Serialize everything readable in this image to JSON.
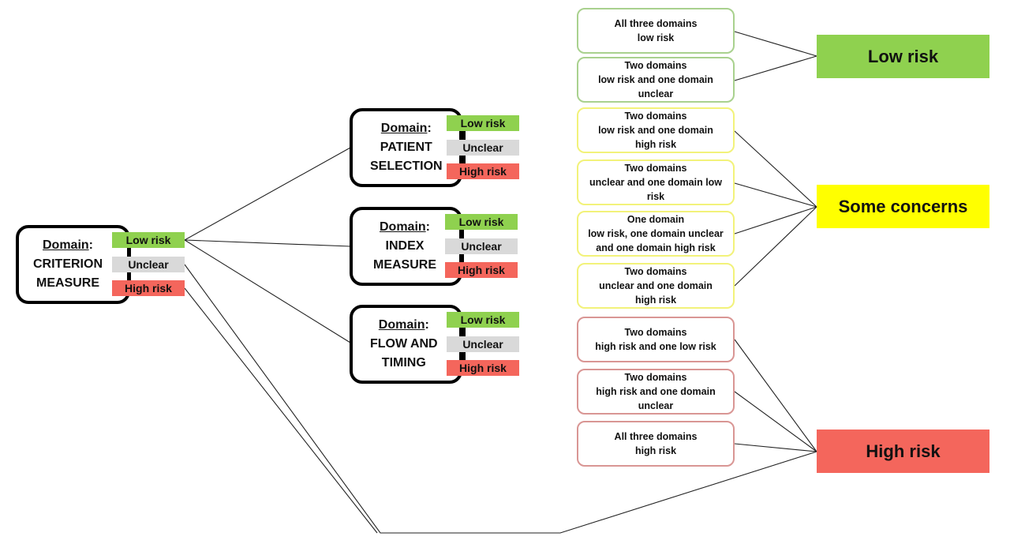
{
  "colors": {
    "low": "#8fd14f",
    "unclear": "#d9d9d9",
    "high": "#f4665c",
    "some_concerns": "#ffff00",
    "combo_green_border": "#a9d18e",
    "combo_yellow_border": "#f2f27a",
    "combo_red_border": "#d99694"
  },
  "criterion": {
    "label": "Domain",
    "colon": ":",
    "line1": "CRITERION",
    "line2": "MEASURE",
    "risks": [
      "Low risk",
      "Unclear",
      "High risk"
    ]
  },
  "domains": [
    {
      "label": "Domain",
      "colon": ":",
      "line1": "PATIENT",
      "line2": "SELECTION",
      "risks": [
        "Low risk",
        "Unclear",
        "High risk"
      ]
    },
    {
      "label": "Domain",
      "colon": ":",
      "line1": "INDEX",
      "line2": "MEASURE",
      "risks": [
        "Low risk",
        "Unclear",
        "High risk"
      ]
    },
    {
      "label": "Domain",
      "colon": ":",
      "line1": "FLOW AND",
      "line2": "TIMING",
      "risks": [
        "Low risk",
        "Unclear",
        "High risk"
      ]
    }
  ],
  "combinations": [
    {
      "group": "green",
      "lines": [
        "All three domains",
        "low risk"
      ]
    },
    {
      "group": "green",
      "lines": [
        "Two domains",
        "low risk and one domain",
        "unclear"
      ]
    },
    {
      "group": "yellow",
      "lines": [
        "Two domains",
        "low risk and one domain",
        "high risk"
      ]
    },
    {
      "group": "yellow",
      "lines": [
        "Two domains",
        "unclear and one domain low",
        "risk"
      ]
    },
    {
      "group": "yellow",
      "lines": [
        "One domain",
        "low risk, one domain unclear",
        "and one domain high risk"
      ]
    },
    {
      "group": "yellow",
      "lines": [
        "Two domains",
        "unclear and one domain",
        "high risk"
      ]
    },
    {
      "group": "red",
      "lines": [
        "Two domains",
        "high risk and one low risk"
      ]
    },
    {
      "group": "red",
      "lines": [
        "Two domains",
        "high risk and one domain",
        "unclear"
      ]
    },
    {
      "group": "red",
      "lines": [
        "All three domains",
        "high risk"
      ]
    }
  ],
  "outcomes": {
    "low": "Low risk",
    "some": "Some concerns",
    "high": "High risk"
  }
}
